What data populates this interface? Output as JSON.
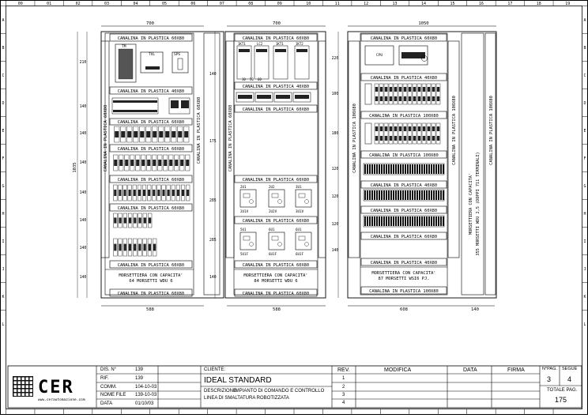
{
  "frame": {
    "columns": [
      "00",
      "01",
      "02",
      "03",
      "04",
      "05",
      "06",
      "07",
      "08",
      "09",
      "10",
      "11",
      "12",
      "13",
      "14",
      "15",
      "16",
      "17",
      "18",
      "19"
    ],
    "rows": [
      "A",
      "B",
      "C",
      "D",
      "E",
      "F",
      "G",
      "H",
      "I",
      "J",
      "K",
      "L"
    ]
  },
  "panels": {
    "left": {
      "width_label": "700",
      "bottom_label": "588",
      "height_total": "1035",
      "left_dims": [
        "210",
        "140",
        "140",
        "140",
        "140",
        "140",
        "140",
        "140"
      ],
      "ducts": [
        "CANALINA IN PLASTICA 60X80",
        "CANALINA IN PLASTICA 40X80",
        "CANALINA IN PLASTICA 60X80",
        "CANALINA IN PLASTICA 60X80",
        "CANALINA IN PLASTICA 60X80",
        "CANALINA IN PLASTICA 60X80",
        "CANALINA IN PLASTICA 60X80",
        "CANALINA IN PLASTICA 60X80"
      ],
      "vert_duct": "CANALINA IN PLASTICA 60X80",
      "right_duct": "CANALINA IN PLASTICA 60X80",
      "devices": [
        "TM",
        "TVL",
        "SPS"
      ],
      "terminal_line1": "MORSETTIERA CON CAPACITA'",
      "terminal_line2": "64 MORSETTI WDU 6",
      "bottom_duct": "CANALINA IN PLASTICA 60X80",
      "gap_dims": [
        "140",
        "175",
        "285",
        "285",
        "140"
      ]
    },
    "middle": {
      "width_label": "700",
      "bottom_label": "588",
      "ducts": [
        "CANALINA IN PLASTICA 60X80",
        "CANALINA IN PLASTICA 40X80",
        "CANALINA IN PLASTICA 60X80",
        "CANALINA IN PLASTICA 60X80",
        "CANALINA IN PLASTICA 60X80",
        "CANALINA IN PLASTICA 60X80"
      ],
      "vert_duct": "CANALINA IN PLASTICA 60X80",
      "top_devices": [
        "1KT1",
        "LC2",
        "1KT1",
        "1KT2"
      ],
      "small_dims": [
        "10",
        "50",
        "60"
      ],
      "drives_row1": [
        "2U1",
        "2U2",
        "3U1"
      ],
      "drives_row1_bottom": [
        "2U1V",
        "2U2V",
        "3U1V"
      ],
      "drives_row2": [
        "5U1",
        "6U1",
        "6U1"
      ],
      "drives_row2_bottom": [
        "5U1F",
        "6U1F",
        "6U1F"
      ],
      "terminal_line1": "MORSETTIERA CON CAPACITA'",
      "terminal_line2": "84 MORSETTI WDU 6",
      "bottom_duct": "CANALINA IN PLASTICA 60X80",
      "gap_dims": [
        "220",
        "100",
        "180",
        "120",
        "120",
        "120",
        "140"
      ]
    },
    "right": {
      "width_label": "1050",
      "bottom_label": "608",
      "right_label": "140",
      "ducts": [
        "CANALINA IN PLASTICA 60X80",
        "CANALINA IN PLASTICA 40X80",
        "CANALINA IN PLASTICA 100X80",
        "CANALINA IN PLASTICA 100X80",
        "CANALINA IN PLASTICA 40X80",
        "CANALINA IN PLASTICA 60X80",
        "CANALINA IN PLASTICA 60X80",
        "CANALINA IN PLASTICA 40X80"
      ],
      "vert_duct_left": "CANALINA IN PLASTICA 100X80",
      "vert_duct_mid": "CANALINA IN PLASTICA 100X80",
      "vert_duct_right": "CANALINA IN PLASTICA 100X80",
      "side_terminal_line1": "MORSETTIERA CON CAPACITA'",
      "side_terminal_line2": "355 MORSETTI WDU 2,5 (DOPPI 711 TERMINALI)",
      "device": "CPU",
      "terminal_line1": "MORSETTIERA CON CAPACITA'",
      "terminal_line2": "87 MORSETTI WSI6 PJ.",
      "bottom_duct": "CANALINA IN PLASTICA 100X80"
    }
  },
  "title_block": {
    "logo_text": "CER",
    "logo_url": "www.cerautomazione.com",
    "labels": [
      "DIS. N°",
      "RIF.",
      "COMM.",
      "NOME FILE",
      "DATA"
    ],
    "values": [
      "139",
      "139",
      "104-10-03",
      "139-10-03",
      "01/10/03"
    ],
    "client_label": "CLIENTE:",
    "client": "IDEAL STANDARD",
    "desc_label": "DESCRIZIONE:",
    "desc_line1": "IMPIANTO DI COMANDO E CONTROLLO",
    "desc_line2": "LINEA DI SMALTATURA ROBOTIZZATA",
    "rev_label": "REV.",
    "mod_label": "MODIFICA",
    "date_label": "DATA",
    "sign_label": "FIRMA",
    "revs": [
      "1",
      "2",
      "3",
      "4"
    ],
    "page_label": "N°PAG.",
    "seq_label": "SEGUE",
    "page": "3",
    "seq": "4",
    "total_label": "TOTALE PAG.",
    "total": "175"
  }
}
